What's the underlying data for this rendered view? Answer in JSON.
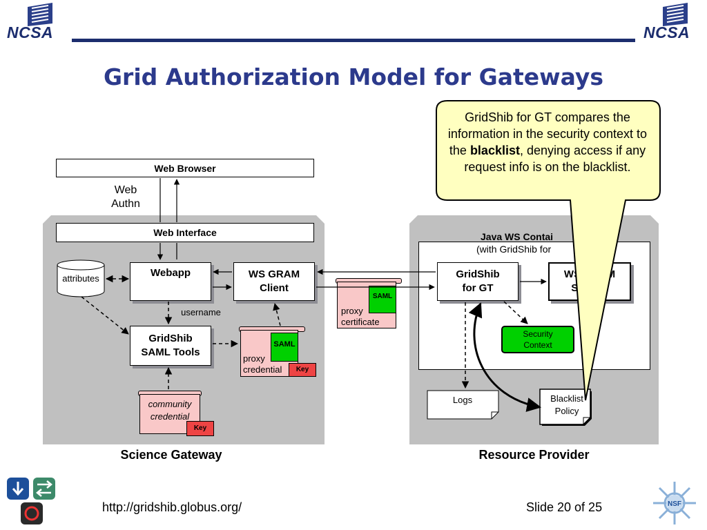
{
  "header": {
    "logo_left": "NCSA",
    "logo_right": "NCSA",
    "title": "Grid Authorization Model for Gateways"
  },
  "diagram": {
    "web_browser": "Web Browser",
    "web_authn": "Web\nAuthn",
    "web_interface": "Web Interface",
    "attributes": "attributes",
    "webapp": "Webapp",
    "ws_gram_client": "WS GRAM\nClient",
    "username": "username",
    "gridshib_saml_tools": "GridShib\nSAML Tools",
    "proxy_credential": "proxy\ncredential",
    "proxy_credential_saml": "SAML",
    "proxy_credential_key": "Key",
    "community_credential": "community\ncredential",
    "community_credential_key": "Key",
    "proxy_certificate": "proxy\ncertificate",
    "proxy_certificate_saml": "SAML",
    "java_ws_container": "Java WS Contai",
    "with_gridshib": "(with GridShib for",
    "gridshib_for_gt": "GridShib\nfor GT",
    "ws_gram_service_partial": "WS GRAM\nService",
    "security_context": "Security\nContext",
    "logs": "Logs",
    "blacklist_policy": "Blacklist\nPolicy",
    "science_gateway": "Science Gateway",
    "resource_provider": "Resource Provider"
  },
  "callout": {
    "text_before": "GridShib for GT compares the information in the security context to the ",
    "text_bold": "blacklist",
    "text_after": ", denying access if any request info is on the blacklist."
  },
  "footer": {
    "url": "http://gridshib.globus.org/",
    "slide_number": "Slide 20 of 25"
  },
  "colors": {
    "title": "#2c3a8c",
    "ncsa_blue": "#1c2d6e",
    "panel_gray": "#c0c0c0",
    "callout_fill": "#ffffc0",
    "saml_green": "#00d000",
    "key_red": "#ee4444",
    "credential_pink": "#f9c8c8"
  },
  "icons": [
    "ncsa-logo",
    "globus-logo",
    "nsf-logo"
  ]
}
